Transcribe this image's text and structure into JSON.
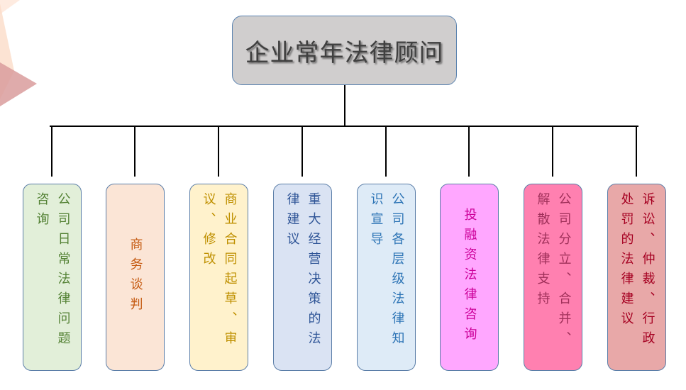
{
  "root": {
    "title": "企业常年法律顾问"
  },
  "children": [
    {
      "label": "公司日常法律问题咨询",
      "bg": "#e2efd9",
      "color": "#548235"
    },
    {
      "label": "商务谈判",
      "bg": "#fbe5d6",
      "color": "#c55a11"
    },
    {
      "label": "商业合同起草、审议、修改",
      "bg": "#fff2cc",
      "color": "#bf9000"
    },
    {
      "label": "重大经营决策的法律建议",
      "bg": "#dae3f3",
      "color": "#2f5597"
    },
    {
      "label": "公司各层级法律知识宣导",
      "bg": "#deebf7",
      "color": "#2e75b6"
    },
    {
      "label": "投融资法律咨询",
      "bg": "#ffa7ff",
      "color": "#cc0099"
    },
    {
      "label": "公司分立、合并、解散法律支持",
      "bg": "#ff80b0",
      "color": "#a0305a"
    },
    {
      "label": "诉讼、仲裁、行政处罚的法律建议",
      "bg": "#e8a8a8",
      "color": "#a50021"
    }
  ]
}
